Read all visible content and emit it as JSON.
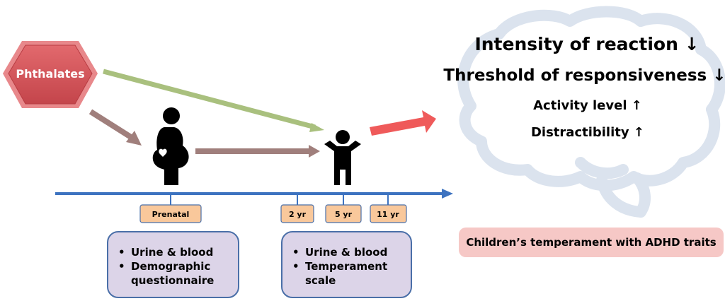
{
  "source": {
    "label": "Phthalates"
  },
  "timepoints": {
    "prenatal": "Prenatal",
    "y2": "2 yr",
    "y5": "5 yr",
    "y11": "11 yr"
  },
  "prenatal_box": {
    "items": [
      "Urine & blood",
      "Demographic questionnaire"
    ]
  },
  "child_box": {
    "items": [
      "Urine & blood",
      "Temperament scale"
    ]
  },
  "outcomes": [
    {
      "label": "Intensity of reaction",
      "arrow": "↓"
    },
    {
      "label": "Threshold of responsiveness",
      "arrow": "↓"
    },
    {
      "label": "Activity level",
      "arrow": "↑"
    },
    {
      "label": "Distractibility",
      "arrow": "↑"
    }
  ],
  "result": {
    "label": "Children’s temperament with ADHD traits"
  },
  "colors": {
    "hexagon": "#d9545a",
    "green_arrow": "#a9c07e",
    "mauve_arrow": "#a07f7c",
    "red_arrow": "#ef5a5a",
    "timeline": "#3d73c0",
    "tag_fill": "#f9c89b",
    "brain": "#dbe3ee"
  }
}
